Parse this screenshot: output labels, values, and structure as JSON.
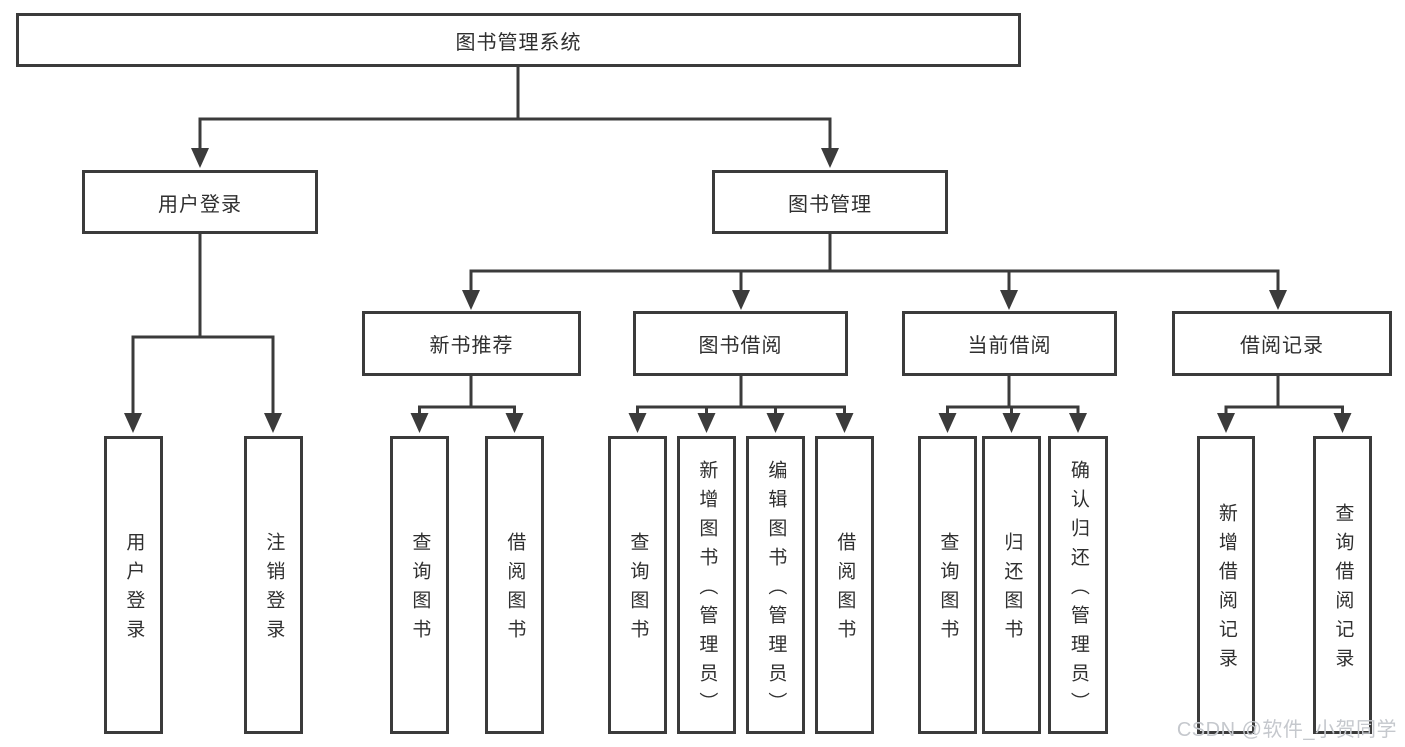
{
  "diagram_type": "function-structure-tree",
  "colors": {
    "background": "#ffffff",
    "line": "#3b3b3b",
    "box_border": "#3b3b3b",
    "text": "#2f2f2f",
    "watermark": "#c5c8cd"
  },
  "nodes": {
    "root": "图书管理系统",
    "user_login": "用户登录",
    "book_management": "图书管理",
    "new_book_recommend": "新书推荐",
    "book_borrow": "图书借阅",
    "current_borrow": "当前借阅",
    "borrow_records": "借阅记录",
    "leaf_user_login": "用户登录",
    "leaf_logout": "注销登录",
    "leaf_nb_query_book": "查询图书",
    "leaf_nb_borrow_book": "借阅图书",
    "leaf_bb_query_book": "查询图书",
    "leaf_bb_add_book": "新增图书（管理员）",
    "leaf_bb_edit_book": "编辑图书（管理员）",
    "leaf_bb_borrow_book": "借阅图书",
    "leaf_cb_query_book": "查询图书",
    "leaf_cb_return_book": "归还图书",
    "leaf_cb_confirm_return": "确认归还（管理员）",
    "leaf_br_add_record": "新增借阅记录",
    "leaf_br_query_record": "查询借阅记录"
  },
  "tree": {
    "图书管理系统": {
      "用户登录": [
        "用户登录",
        "注销登录"
      ],
      "图书管理": {
        "新书推荐": [
          "查询图书",
          "借阅图书"
        ],
        "图书借阅": [
          "查询图书",
          "新增图书（管理员）",
          "编辑图书（管理员）",
          "借阅图书"
        ],
        "当前借阅": [
          "查询图书",
          "归还图书",
          "确认归还（管理员）"
        ],
        "借阅记录": [
          "新增借阅记录",
          "查询借阅记录"
        ]
      }
    }
  },
  "watermark": "CSDN @软件_小贺同学"
}
